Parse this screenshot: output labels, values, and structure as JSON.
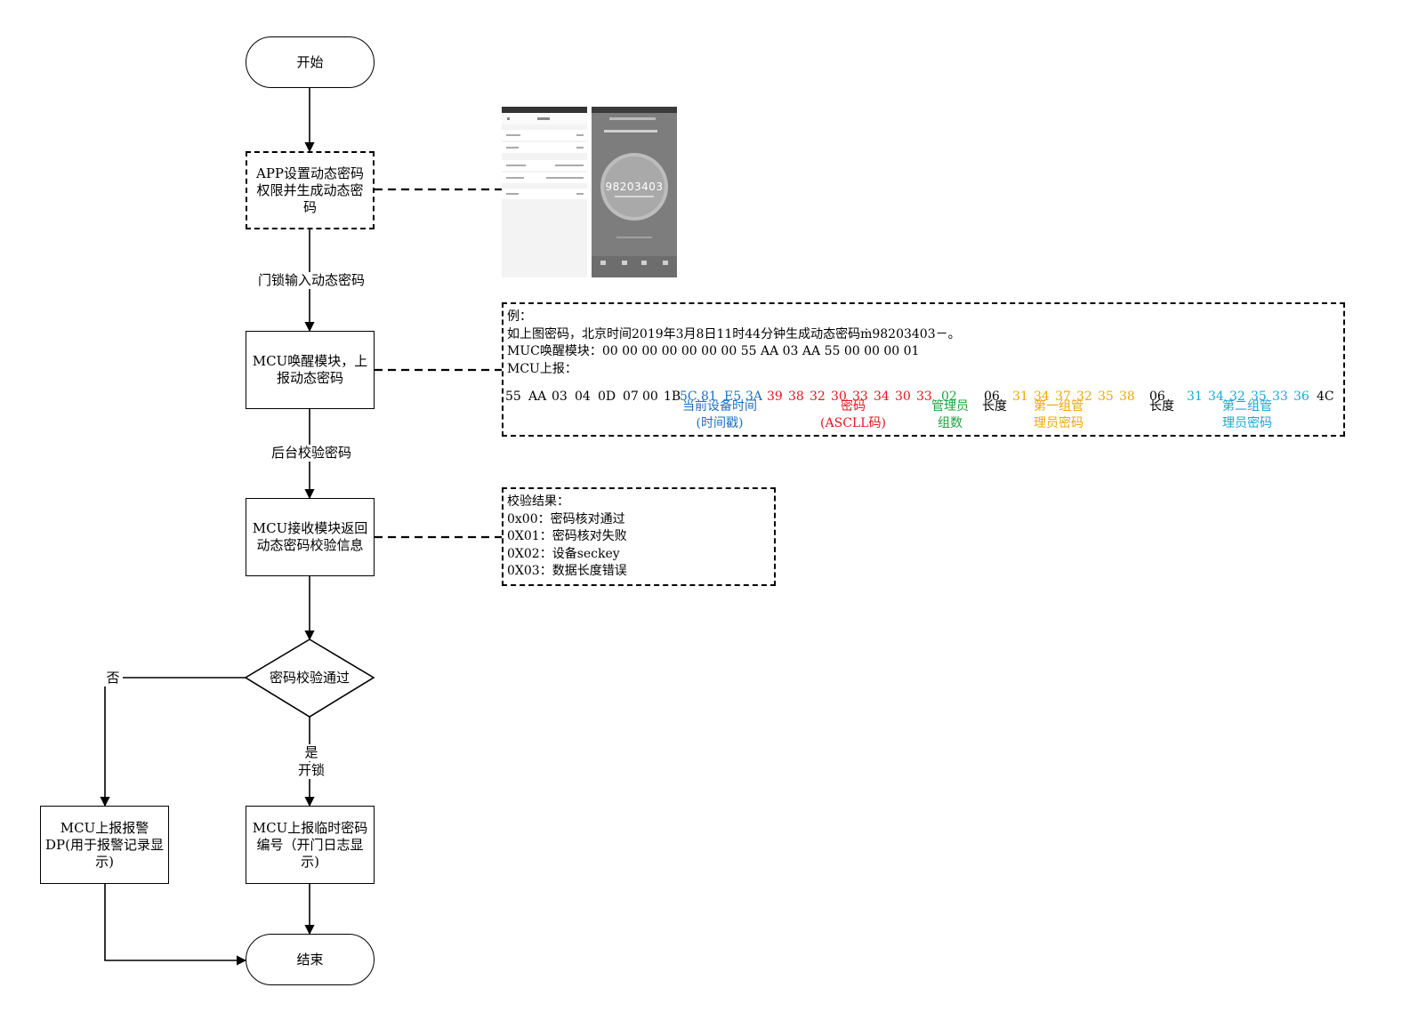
{
  "colors": {
    "blue": "#1f6fbd",
    "red": "#e8141c",
    "green": "#1aa33f",
    "orange": "#f0a800",
    "cyan": "#16a9d6",
    "black": "#000000"
  },
  "nodes": {
    "start": "开始",
    "app_set": "APP设置动态密码权限并生成动态密码",
    "mcu_wake": "MCU唤醒模块，上报动态密码",
    "mcu_recv": "MCU接收模块返回动态密码校验信息",
    "decision": "密码校验通过",
    "alarm": "MCU上报报警DP(用于报警记录显示)",
    "temp_pwd": "MCU上报临时密码编号（开门日志显示)",
    "end": "结束"
  },
  "edge_labels": {
    "input_pwd": "门锁输入动态密码",
    "verify": "后台校验密码",
    "no": "否",
    "yes": "是",
    "unlock": "开锁"
  },
  "example_note": {
    "line1": "例：",
    "line2": "如上图密码，北京时间2019年3月8日11时44分钟生成动态密码ṁ98203403－。",
    "line3": "MUC唤醒模块：00 00 00 00 00 00 00 55 AA 03 AA 55 00 00 00 01",
    "line4": "MCU上报：",
    "hex": [
      {
        "t": "55",
        "c": "black"
      },
      {
        "t": "AA",
        "c": "black"
      },
      {
        "t": "03",
        "c": "black"
      },
      {
        "t": "04",
        "c": "black"
      },
      {
        "t": "0D",
        "c": "black"
      },
      {
        "t": "07",
        "c": "black"
      },
      {
        "t": "00",
        "c": "black"
      },
      {
        "t": "1B",
        "c": "black"
      },
      {
        "t": "5C",
        "c": "blue"
      },
      {
        "t": "81",
        "c": "blue"
      },
      {
        "t": "E5",
        "c": "blue"
      },
      {
        "t": "3A",
        "c": "blue"
      },
      {
        "t": "39",
        "c": "red"
      },
      {
        "t": "38",
        "c": "red"
      },
      {
        "t": "32",
        "c": "red"
      },
      {
        "t": "30",
        "c": "red"
      },
      {
        "t": "33",
        "c": "red"
      },
      {
        "t": "34",
        "c": "red"
      },
      {
        "t": "30",
        "c": "red"
      },
      {
        "t": "33",
        "c": "red"
      },
      {
        "t": "02",
        "c": "green"
      },
      {
        "t": "06",
        "c": "black"
      },
      {
        "t": "31",
        "c": "orange"
      },
      {
        "t": "34",
        "c": "orange"
      },
      {
        "t": "37",
        "c": "orange"
      },
      {
        "t": "32",
        "c": "orange"
      },
      {
        "t": "35",
        "c": "orange"
      },
      {
        "t": "38",
        "c": "orange"
      },
      {
        "t": "06",
        "c": "black"
      },
      {
        "t": "31",
        "c": "cyan"
      },
      {
        "t": "34",
        "c": "cyan"
      },
      {
        "t": "32",
        "c": "cyan"
      },
      {
        "t": "35",
        "c": "cyan"
      },
      {
        "t": "33",
        "c": "cyan"
      },
      {
        "t": "36",
        "c": "cyan"
      },
      {
        "t": "4C",
        "c": "black"
      }
    ],
    "labels": {
      "time_l1": "当前设备时间",
      "time_l2": "(时间戳)",
      "pwd_l1": "密码",
      "pwd_l2": "(ASCLL码)",
      "admin_l1": "管理员",
      "admin_l2": "组数",
      "len1": "长度",
      "g1_l1": "第一组管",
      "g1_l2": "理员密码",
      "len2": "长度",
      "g2_l1": "第二组管",
      "g2_l2": "理员密码"
    }
  },
  "result_note": {
    "title": "校验结果：",
    "r0": "0x00：密码核对通过",
    "r1": "0X01：密码核对失败",
    "r2": "0X02：设备seckey",
    "r3": "0X03：数据长度错误"
  },
  "phone_screen": {
    "code": "98203403"
  }
}
